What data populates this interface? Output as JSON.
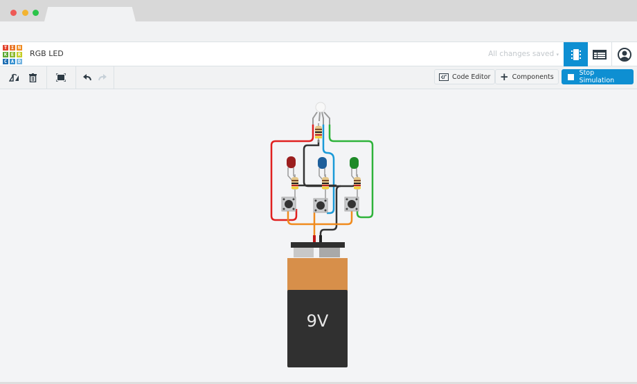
{
  "browser": {
    "traffic_lights": [
      "#ee5a56",
      "#f3b431",
      "#2bc44a"
    ]
  },
  "app": {
    "logo_letters": [
      "T",
      "I",
      "N",
      "K",
      "E",
      "R",
      "C",
      "A",
      "D"
    ],
    "logo_colors": [
      "#e2412c",
      "#e97525",
      "#f08b21",
      "#5aa832",
      "#89b82b",
      "#c4cd26",
      "#1d6eb3",
      "#3590d0",
      "#72b3e0"
    ],
    "title": "RGB LED",
    "save_status": "All changes saved",
    "header_buttons": [
      {
        "name": "circuit-view",
        "icon": "circuit-chip-icon",
        "active": true
      },
      {
        "name": "component-list",
        "icon": "list-table-icon",
        "active": false
      },
      {
        "name": "user-account",
        "icon": "user-avatar-icon",
        "active": false
      }
    ],
    "accent_color": "#0e8fd2"
  },
  "toolbar": {
    "left_tools": [
      {
        "name": "rotate",
        "icon": "rotate-icon"
      },
      {
        "name": "delete",
        "icon": "trash-icon"
      },
      {
        "name": "fit-view",
        "icon": "fit-to-view-icon"
      },
      {
        "name": "undo",
        "icon": "undo-icon"
      },
      {
        "name": "redo",
        "icon": "redo-icon",
        "disabled": true
      }
    ],
    "code_editor_label": "Code Editor",
    "components_label": "Components",
    "stop_simulation_label": "Stop Simulation"
  },
  "circuit": {
    "battery_label": "9V",
    "components": [
      "RGB LED",
      "Red LED",
      "Blue LED",
      "Green LED",
      "4 resistors",
      "3 pushbuttons",
      "9V battery"
    ],
    "wire_colors": {
      "red": "#e0201f",
      "blue": "#1a9ad8",
      "green": "#2eb33a",
      "black": "#333333",
      "orange": "#f08a1c"
    }
  }
}
